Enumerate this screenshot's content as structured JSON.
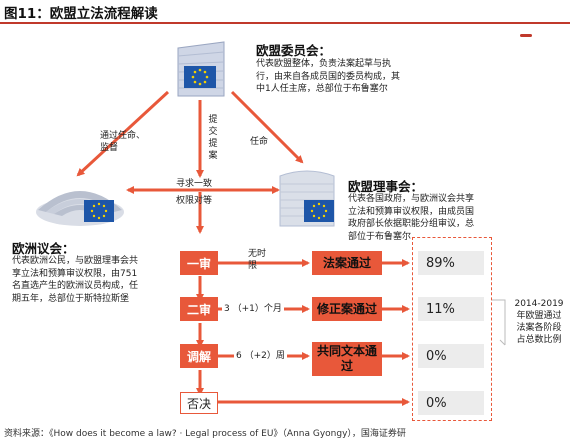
{
  "title": "图11：欧盟立法流程解读",
  "commission": {
    "name": "欧盟委员会：",
    "desc": [
      "代表欧盟整体，负责法案起草与执",
      "行，由来自各成员国的委员构成，其",
      "中1人任主席，总部位于布鲁塞尔"
    ]
  },
  "council": {
    "name": "欧盟理事会：",
    "desc": [
      "代表各国政府，与欧洲议会共享",
      "立法和预算审议权限，由成员国",
      "政府部长依据职能分组审议，总",
      "部位于布鲁塞尔"
    ]
  },
  "parliament": {
    "name": "欧洲议会：",
    "desc": [
      "代表欧洲公民，与欧盟理事会共",
      "享立法和预算审议权限，由751",
      "名直选产生的欧洲议员构成，任",
      "期五年，总部位于斯特拉斯堡"
    ]
  },
  "arrows": {
    "appoint_supervise": [
      "通过任命、",
      "监督"
    ],
    "submit": [
      "提",
      "交",
      "提",
      "案"
    ],
    "appoint": "任命",
    "consensus": "寻求一致",
    "equal": "权限对等"
  },
  "stages": [
    {
      "label": "一审",
      "note": [
        "无时",
        "限"
      ],
      "result": "法案通过",
      "pct": "89%"
    },
    {
      "label": "二审",
      "note": [
        "3 （+1）个月"
      ],
      "result": "修正案通过",
      "pct": "11%"
    },
    {
      "label": "调解",
      "note": [
        "6 （+2）周"
      ],
      "result": [
        "共同文本通",
        "过"
      ],
      "pct": "0%"
    }
  ],
  "reject": {
    "label": "否决",
    "pct": "0%"
  },
  "side_note": [
    "2014-2019",
    "年欧盟通过",
    "法案各阶段",
    "占总数比例"
  ],
  "footer": "资料来源：《How does it become a law? · Legal process of EU》（Anna Gyongy），国海证券研",
  "colors": {
    "accent": "#e8583a",
    "eu_blue": "#1e56a8",
    "grey_box": "#ececec"
  },
  "icons": [
    "eu-commission-building-icon",
    "eu-parliament-hemicycle-icon",
    "eu-council-building-icon",
    "eu-flag-icon"
  ]
}
